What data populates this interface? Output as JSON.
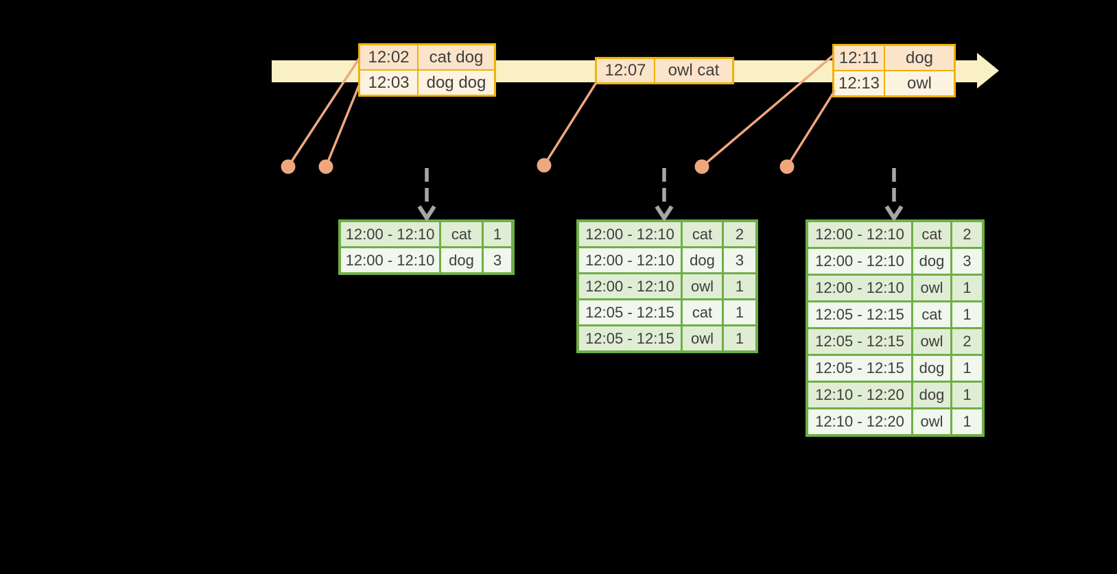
{
  "colors": {
    "canvas-bg": "#000000",
    "timeline-band": "#FAF0C6",
    "event-border": "#F1B204",
    "event-row-dark": "#FBE4C9",
    "event-row-light": "#FDF3E1",
    "connector": "#EFA87E",
    "trigger-arrow": "#A6A6A6",
    "result-border": "#6FAE47",
    "result-row-dark": "#E0EDD5",
    "result-row-light": "#F1F7ED",
    "cell-text": "#3E3E3E"
  },
  "event_tables": [
    {
      "rows": [
        [
          "12:02",
          "cat dog"
        ],
        [
          "12:03",
          "dog dog"
        ]
      ]
    },
    {
      "rows": [
        [
          "12:07",
          "owl cat"
        ]
      ]
    },
    {
      "rows": [
        [
          "12:11",
          "dog"
        ],
        [
          "12:13",
          "owl"
        ]
      ]
    }
  ],
  "result_tables": [
    {
      "rows": [
        [
          "12:00 - 12:10",
          "cat",
          "1"
        ],
        [
          "12:00 - 12:10",
          "dog",
          "3"
        ]
      ]
    },
    {
      "rows": [
        [
          "12:00 - 12:10",
          "cat",
          "2"
        ],
        [
          "12:00 - 12:10",
          "dog",
          "3"
        ],
        [
          "12:00 - 12:10",
          "owl",
          "1"
        ],
        [
          "12:05 - 12:15",
          "cat",
          "1"
        ],
        [
          "12:05 - 12:15",
          "owl",
          "1"
        ]
      ]
    },
    {
      "rows": [
        [
          "12:00 - 12:10",
          "cat",
          "2"
        ],
        [
          "12:00 - 12:10",
          "dog",
          "3"
        ],
        [
          "12:00 - 12:10",
          "owl",
          "1"
        ],
        [
          "12:05 - 12:15",
          "cat",
          "1"
        ],
        [
          "12:05 - 12:15",
          "owl",
          "2"
        ],
        [
          "12:05 - 12:15",
          "dog",
          "1"
        ],
        [
          "12:10 - 12:20",
          "dog",
          "1"
        ],
        [
          "12:10 - 12:20",
          "owl",
          "1"
        ]
      ]
    }
  ]
}
